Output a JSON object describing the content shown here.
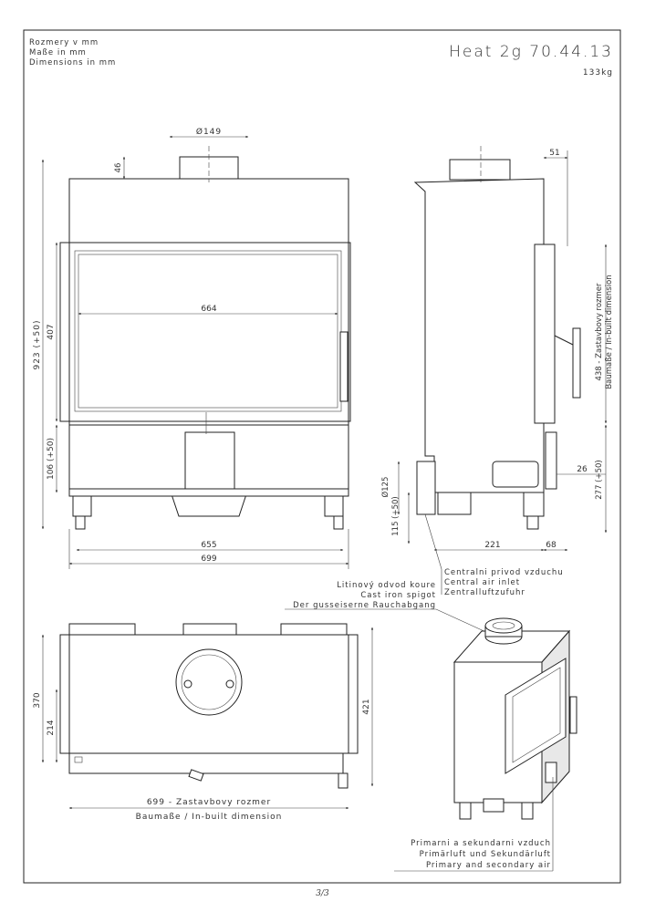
{
  "header": {
    "units": [
      "Rozmery v mm",
      "Maße in mm",
      "Dimensions in mm"
    ],
    "model": "Heat 2g 70.44.13",
    "weight": "133kg"
  },
  "front_view": {
    "flue_diameter": "Ø149",
    "flue_height": "46",
    "overall_height": "923 (+50)",
    "glass_height": "407",
    "glass_width": "664",
    "base_height": "106 (+50)",
    "inner_width": "655",
    "overall_width": "699"
  },
  "side_view": {
    "flue_offset": "51",
    "inbuilt_height": "438 - Zastavbovy rozmer",
    "inbuilt_height_2": "Baumaße / In-built dimension",
    "air_inlet_diameter": "Ø125",
    "air_inlet_height": "115 (+50)",
    "handle_offset": "26",
    "foot_height": "277 (+50)",
    "depth": "221",
    "front_depth": "68",
    "air_inlet_label": [
      "Centralni privod vzduchu",
      "Central air inlet",
      "Zentralluftzufuhr"
    ]
  },
  "top_view": {
    "spigot_label": [
      "Litinový odvod koure",
      "Cast iron spigot",
      "Der gusseiserne Rauchabgang"
    ],
    "depth_370": "370",
    "depth_214": "214",
    "depth_421": "421",
    "width": "699 - Zastavbovy rozmer",
    "width_2": "Baumaße / In-built dimension"
  },
  "iso_view": {
    "air_label": [
      "Primarni a sekundarni vzduch",
      "Primärluft und Sekundärluft",
      "Primary and secondary air"
    ]
  },
  "footer": {
    "page": "3/3"
  }
}
